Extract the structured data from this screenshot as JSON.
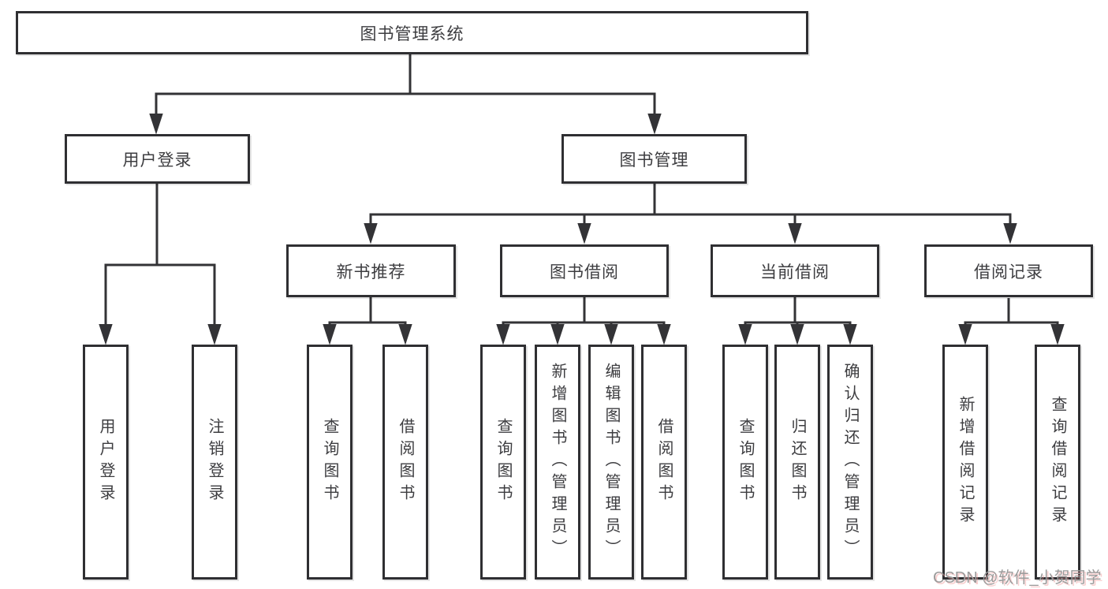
{
  "diagram": {
    "tree": {
      "label": "图书管理系统",
      "children": [
        {
          "label": "用户登录",
          "children": [
            {
              "label": "用户登录"
            },
            {
              "label": "注销登录"
            }
          ]
        },
        {
          "label": "图书管理",
          "children": [
            {
              "label": "新书推荐",
              "children": [
                {
                  "label": "查询图书"
                },
                {
                  "label": "借阅图书"
                }
              ]
            },
            {
              "label": "图书借阅",
              "children": [
                {
                  "label": "查询图书"
                },
                {
                  "label": "新增图书（管理员）"
                },
                {
                  "label": "编辑图书（管理员）"
                },
                {
                  "label": "借阅图书"
                }
              ]
            },
            {
              "label": "当前借阅",
              "children": [
                {
                  "label": "查询图书"
                },
                {
                  "label": "归还图书"
                },
                {
                  "label": "确认归还（管理员）"
                }
              ]
            },
            {
              "label": "借阅记录",
              "children": [
                {
                  "label": "新增借阅记录"
                },
                {
                  "label": "查询借阅记录"
                }
              ]
            }
          ]
        }
      ]
    },
    "colors": {
      "line": "#333336",
      "box_border": "#2f2f32",
      "text": "#3d3d40",
      "background": "#ffffff"
    }
  },
  "watermark": {
    "text": "CSDN @软件_小贺同学",
    "color": "#9b9b9b"
  }
}
